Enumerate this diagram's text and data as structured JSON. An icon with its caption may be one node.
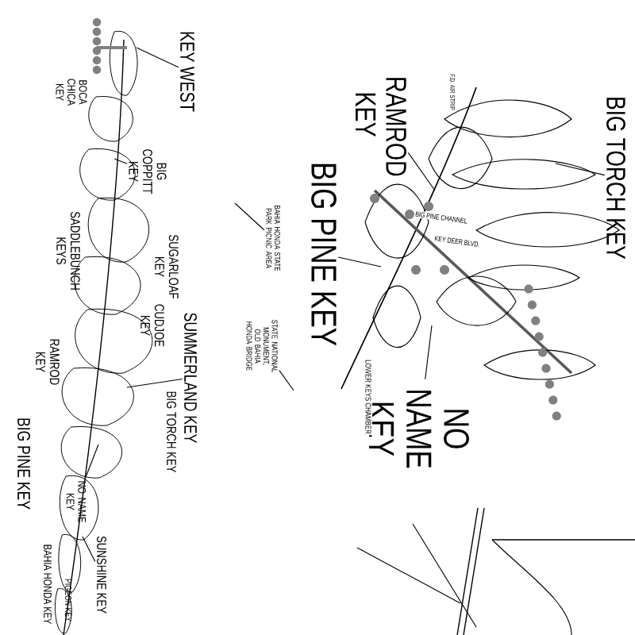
{
  "diagram": {
    "nodes": [
      {
        "text": [
          "KEY WEST"
        ]
      },
      {
        "text": [
          "BOCA CHICA KEY"
        ]
      },
      {
        "text": [
          "BIG COPPITT KEY"
        ]
      },
      {
        "text": [
          "SADDLEBUNCH KEYS"
        ]
      },
      {
        "text": [
          "SUGARLOAF KEY"
        ]
      },
      {
        "text": [
          "CUDJOE KEY"
        ]
      },
      {
        "text": [
          "SUMMERLAND KEY"
        ]
      },
      {
        "text": [
          "BIG TORCH KEY"
        ]
      },
      {
        "text": [
          "RAMROD KEY"
        ]
      },
      {
        "text": [
          "BIG PINE KEY"
        ]
      },
      {
        "text": [
          "NO NAME KEY"
        ]
      },
      {
        "text": [
          "BAHIA HONDA KEY"
        ]
      },
      {
        "text": [
          "SUNSHINE KEY"
        ]
      },
      {
        "text": [
          "PIGEON KEY"
        ]
      },
      {
        "text": [
          "RAMROD KEY"
        ]
      },
      {
        "text": [
          "BIG TORCH KEY"
        ]
      },
      {
        "text": [
          "BIG PINE KEY"
        ]
      },
      {
        "text": [
          "NO NAME KEY"
        ]
      },
      {
        "text": [
          "BAHIA HONDA STATE PARK PICNIC AREA"
        ]
      },
      {
        "text": [
          "STATE NATIONAL MONUMENT, OLD BAHIA HONDA BRIDGE"
        ]
      }
    ],
    "edges": [
      {
        "from": 0,
        "to": null,
        "arrow": "none"
      },
      {
        "from": 2,
        "to": null,
        "arrow": "none"
      },
      {
        "from": 6,
        "to": null,
        "arrow": "none"
      },
      {
        "from": 10,
        "to": null,
        "arrow": "none"
      },
      {
        "from": 12,
        "to": null,
        "arrow": "none"
      },
      {
        "from": 14,
        "to": null,
        "arrow": "none"
      },
      {
        "from": 15,
        "to": null,
        "arrow": "none"
      },
      {
        "from": 16,
        "to": null,
        "arrow": "none"
      },
      {
        "from": 17,
        "to": null,
        "arrow": "none"
      },
      {
        "from": 18,
        "to": null,
        "arrow": "none"
      },
      {
        "from": 19,
        "to": null,
        "arrow": "none"
      }
    ],
    "labels": [
      "F.D. AIR STRIP",
      "BIG PINE CHANNEL",
      "KEY DEER BLVD.",
      "LOWER KEYS CHAMBER"
    ]
  }
}
